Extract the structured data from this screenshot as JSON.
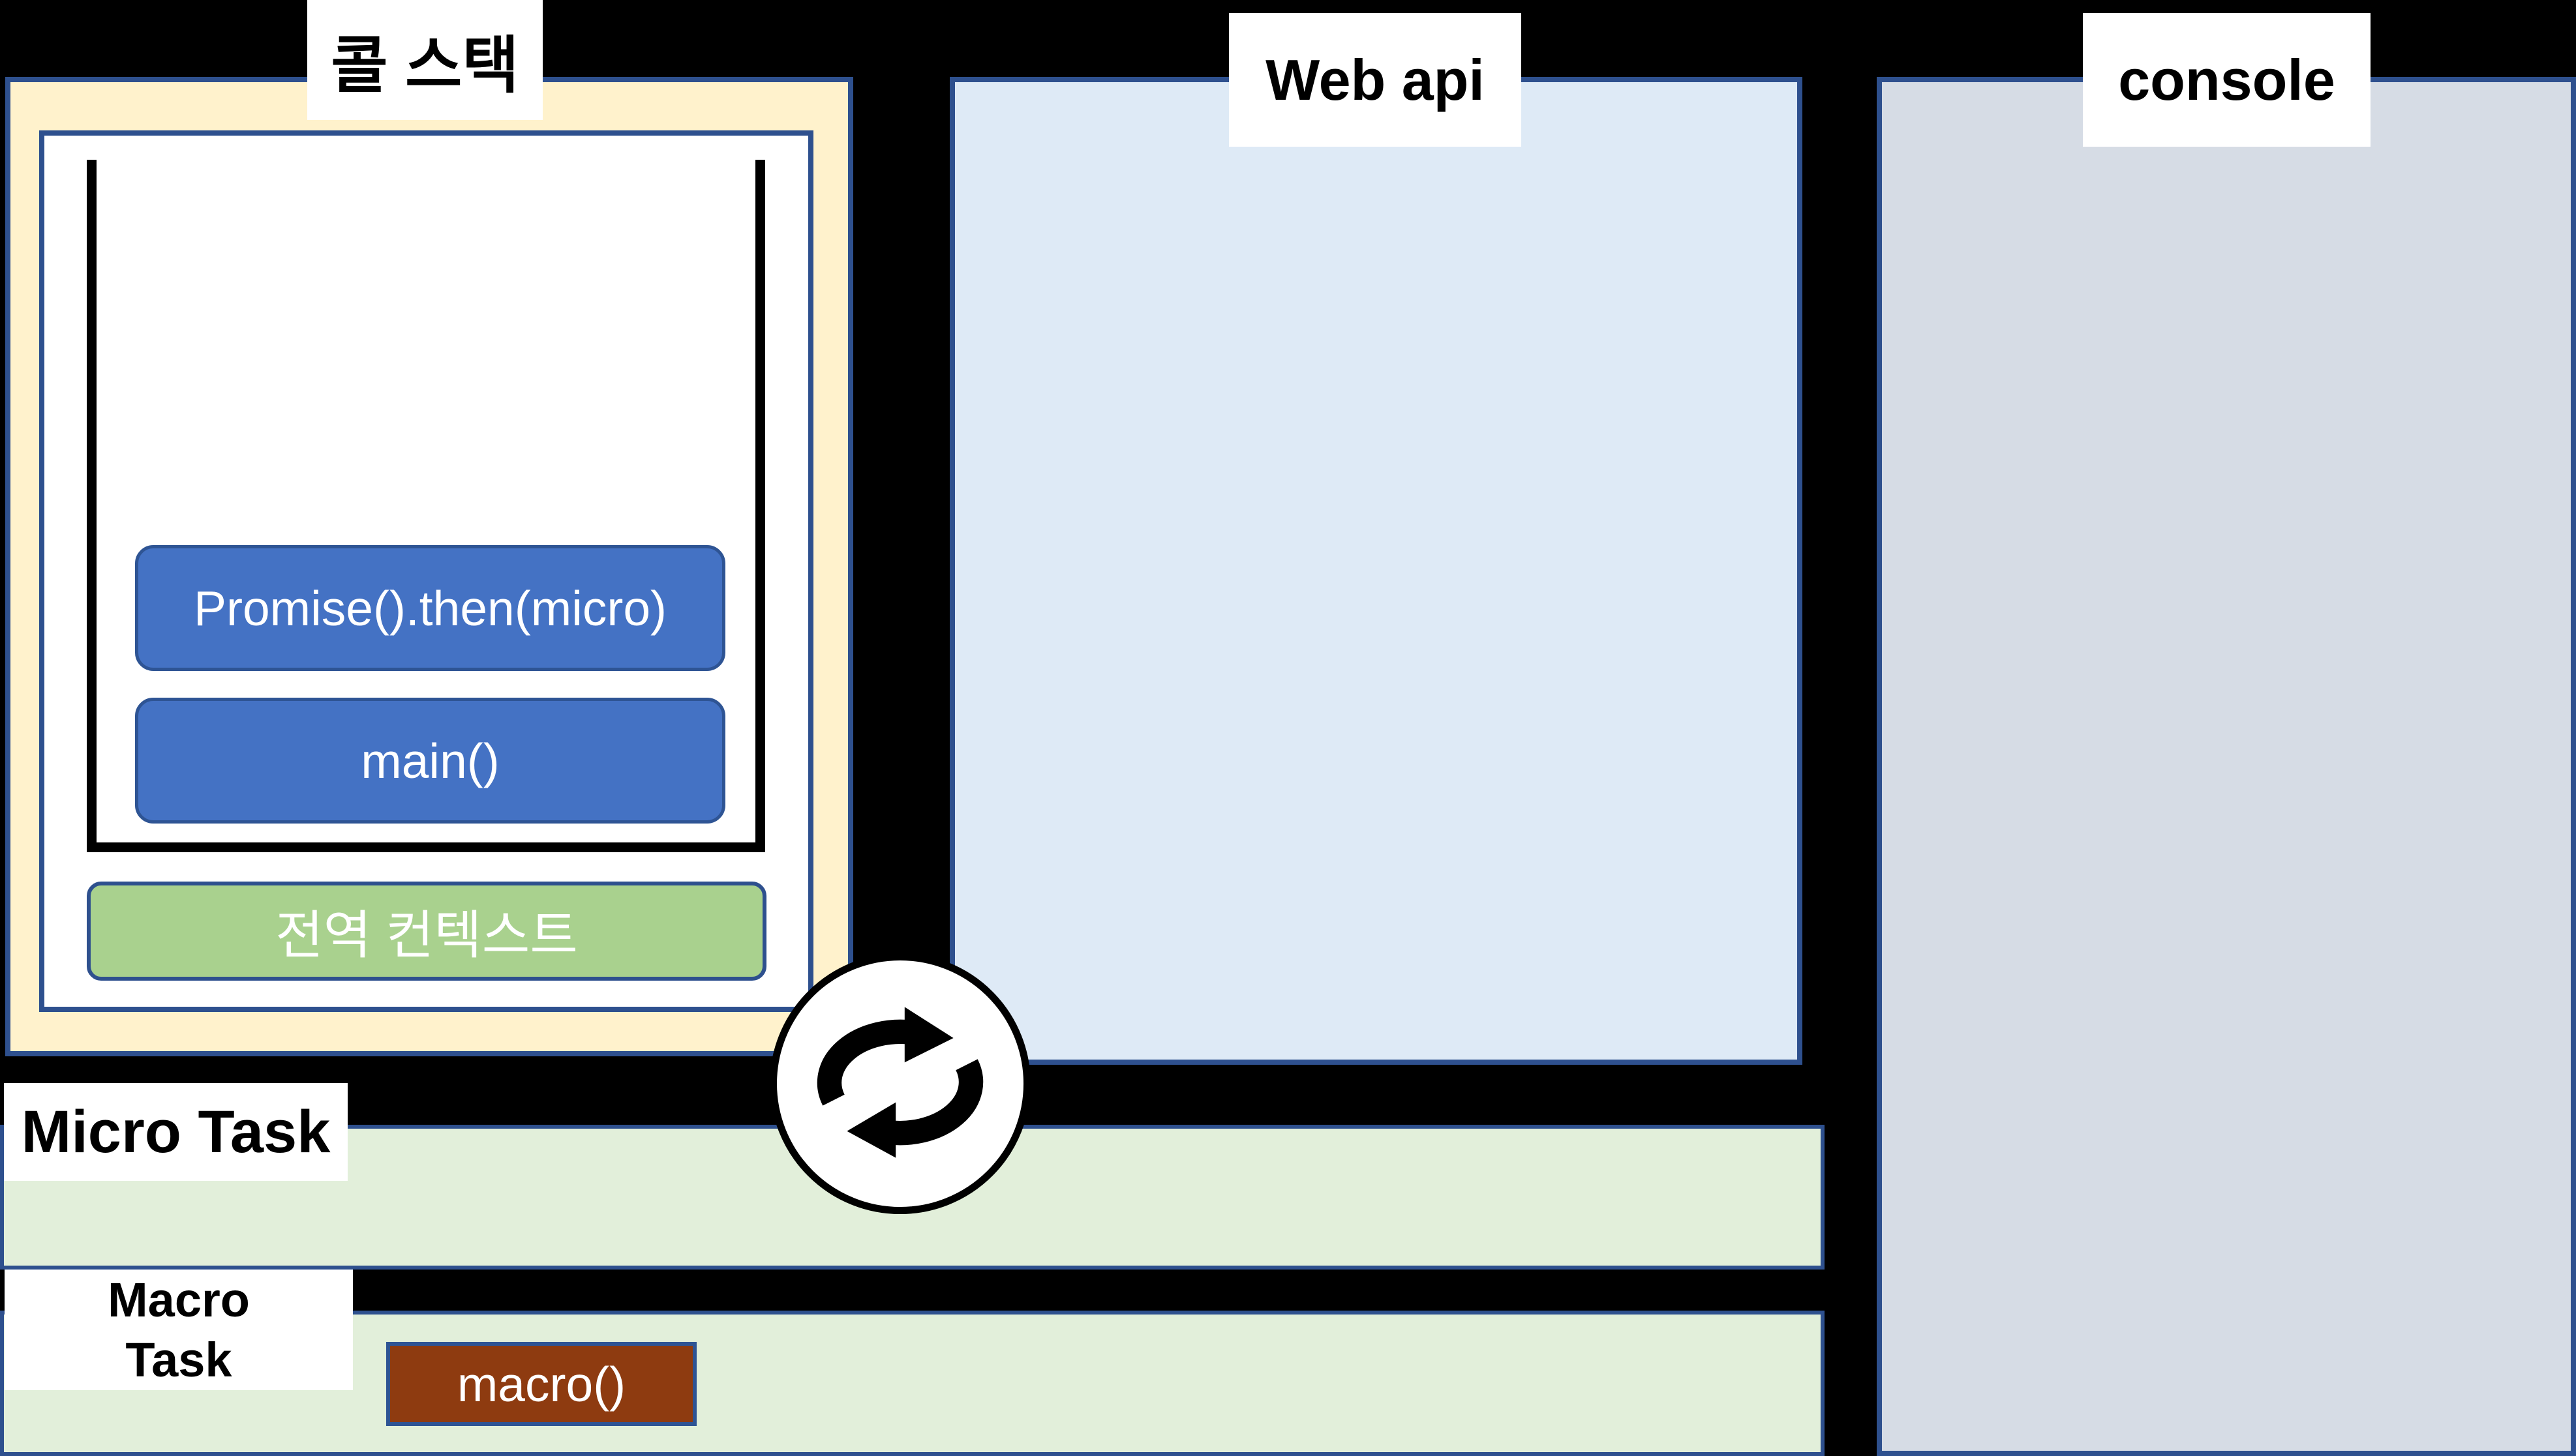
{
  "colors": {
    "background": "#000000",
    "panel_border": "#2E508E",
    "call_stack_fill": "#FFF2CC",
    "web_api_fill": "#DEEAF6",
    "console_fill": "#D6DCE5",
    "task_row_fill": "#E2EFDA",
    "stack_frame_fill": "#4472C4",
    "stack_frame_border": "#2E5494",
    "global_context_fill": "#A9D18E",
    "macro_item_fill": "#8E3B10"
  },
  "call_stack": {
    "title": "콜 스택",
    "frames": [
      {
        "label": "Promise().then(micro)"
      },
      {
        "label": "main()"
      }
    ],
    "global_context_label": "전역 컨텍스트"
  },
  "web_api": {
    "title": "Web api"
  },
  "console": {
    "title": "console"
  },
  "event_loop": {
    "icon": "event-loop-cycle-icon"
  },
  "micro_task": {
    "title": "Micro Task",
    "queue": []
  },
  "macro_task": {
    "title": "Macro Task",
    "title_lines": [
      "Macro",
      "Task"
    ],
    "queue": [
      {
        "label": "macro()"
      }
    ]
  }
}
